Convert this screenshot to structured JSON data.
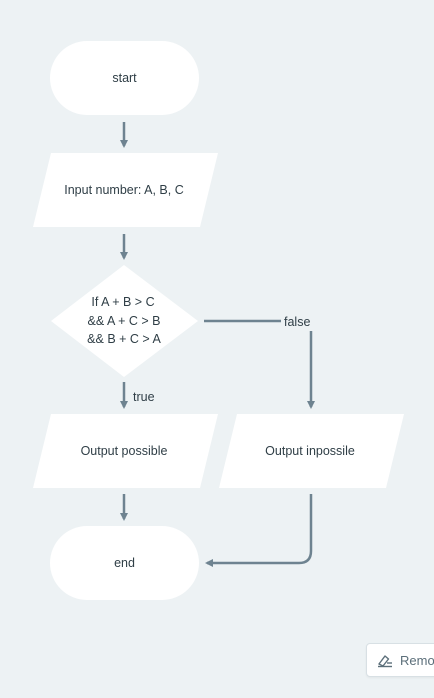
{
  "colors": {
    "background": "#edf2f4",
    "node_fill": "#ffffff",
    "edge": "#6e8390",
    "text": "#2f3e46"
  },
  "flowchart": {
    "start": {
      "label": "start"
    },
    "input": {
      "label": "Input number: A, B, C"
    },
    "decision": {
      "lines": [
        "If A + B > C",
        "&& A + C > B",
        "&& B + C > A"
      ]
    },
    "output_true": {
      "label": "Output possible"
    },
    "output_false": {
      "label": "Output inpossile"
    },
    "end": {
      "label": "end"
    },
    "edges": {
      "true_label": "true",
      "false_label": "false"
    }
  },
  "toolbar": {
    "remove_label": "Remove",
    "remove_icon": "eraser-icon"
  }
}
